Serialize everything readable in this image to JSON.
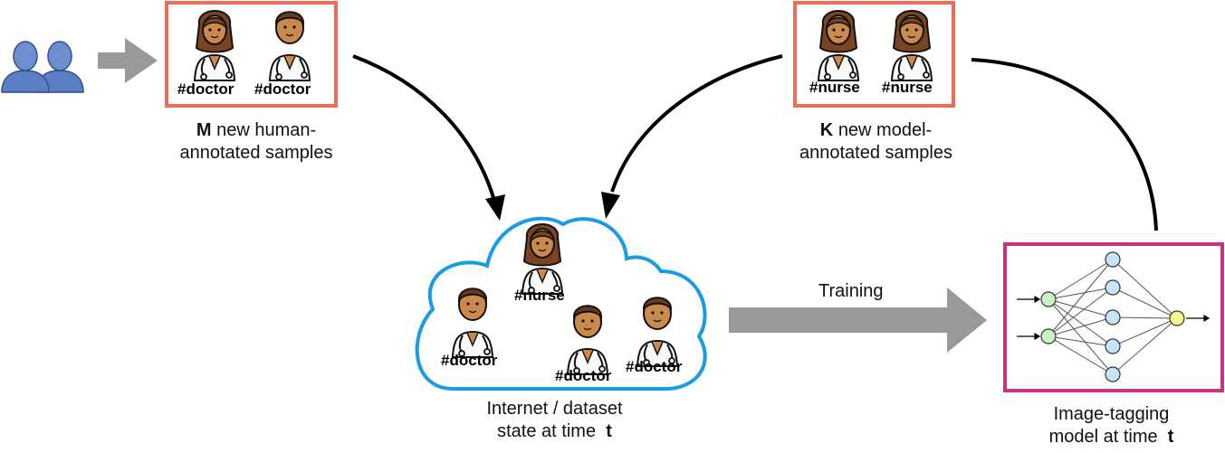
{
  "colors": {
    "sample_box_border": "#ee6b57",
    "model_box_border": "#c8347d",
    "cloud_outline": "#1a9be6",
    "arrow_gray": "#999999",
    "arrow_black": "#000000",
    "input_node": "#c9f2c2",
    "hidden_node": "#c6e4f7",
    "output_node": "#fbf58a"
  },
  "icons": {
    "annotators": "two-people-silhouette-icon",
    "doctor": "male-health-worker-icon",
    "nurse": "female-health-worker-icon"
  },
  "human_samples": {
    "tags": [
      "#doctor",
      "#doctor"
    ],
    "caption_bold": "M",
    "caption_line1": "new human-",
    "caption_line2": "annotated samples"
  },
  "model_samples": {
    "tags": [
      "#nurse",
      "#nurse"
    ],
    "caption_bold": "K",
    "caption_line1": "new model-",
    "caption_line2": "annotated samples"
  },
  "dataset": {
    "tags": [
      "#nurse",
      "#doctor",
      "#doctor",
      "#doctor"
    ],
    "caption_line1": "Internet / dataset",
    "caption_line2": "state at time",
    "caption_time": "t"
  },
  "training_label": "Training",
  "model": {
    "caption_line1": "Image-tagging",
    "caption_line2": "model at time",
    "caption_time": "t"
  }
}
